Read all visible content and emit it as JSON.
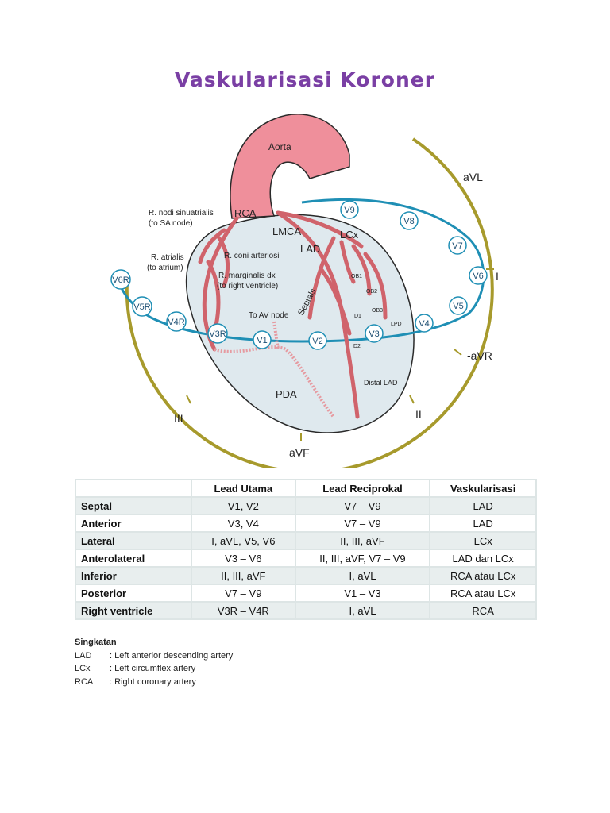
{
  "title": "Vaskularisasi Koroner",
  "diagram": {
    "vessel_labels": {
      "aorta": "Aorta",
      "rca": "RCA",
      "lmca": "LMCA",
      "lcx": "LCx",
      "lad": "LAD",
      "sa_node_line1": "R. nodi sinuatrialis",
      "sa_node_line2": "(to SA node)",
      "atrialis_line1": "R. atrialis",
      "atrialis_line2": "(to atrium)",
      "coni": "R. coni arteriosi",
      "marginalis_line1": "R. marginalis dx",
      "marginalis_line2": "(to right ventricle)",
      "av_node": "To AV node",
      "septals": "Septals",
      "pda": "PDA",
      "distal_lad": "Distal LAD",
      "ob1": "OB1",
      "ob2": "OB2",
      "ob3": "OB3",
      "d1": "D1",
      "d2": "D2",
      "lpd": "LPD"
    },
    "limb_leads": {
      "avl": "aVL",
      "i": "I",
      "neg_avr": "-aVR",
      "ii": "II",
      "avf": "aVF",
      "iii": "III"
    },
    "precordial_leads": [
      "V9",
      "V8",
      "V7",
      "V6",
      "V5",
      "V4",
      "V3",
      "V2",
      "V1",
      "V3R",
      "V4R",
      "V5R",
      "V6R"
    ],
    "colors": {
      "aorta": "#ef8f9b",
      "artery": "#d0636b",
      "heart_fill": "#dfe9ee",
      "lead_ring": "#1f8fb5",
      "limb_ring": "#a79a2c",
      "title": "#7a3fa4"
    }
  },
  "table": {
    "headers": [
      "",
      "Lead Utama",
      "Lead Reciprokal",
      "Vaskularisasi"
    ],
    "rows": [
      [
        "Septal",
        "V1, V2",
        "V7 – V9",
        "LAD"
      ],
      [
        "Anterior",
        "V3, V4",
        "V7 – V9",
        "LAD"
      ],
      [
        "Lateral",
        "I, aVL, V5, V6",
        "II, III, aVF",
        "LCx"
      ],
      [
        "Anterolateral",
        "V3 – V6",
        "II, III, aVF, V7 – V9",
        "LAD dan LCx"
      ],
      [
        "Inferior",
        "II, III, aVF",
        "I, aVL",
        "RCA atau LCx"
      ],
      [
        "Posterior",
        "V7 – V9",
        "V1 – V3",
        "RCA atau LCx"
      ],
      [
        "Right ventricle",
        "V3R – V4R",
        "I, aVL",
        "RCA"
      ]
    ]
  },
  "notes": {
    "heading": "Singkatan",
    "items": [
      {
        "abbr": "LAD",
        "desc": ": Left anterior descending artery"
      },
      {
        "abbr": "LCx",
        "desc": ": Left circumflex artery"
      },
      {
        "abbr": "RCA",
        "desc": ": Right coronary artery"
      }
    ]
  }
}
